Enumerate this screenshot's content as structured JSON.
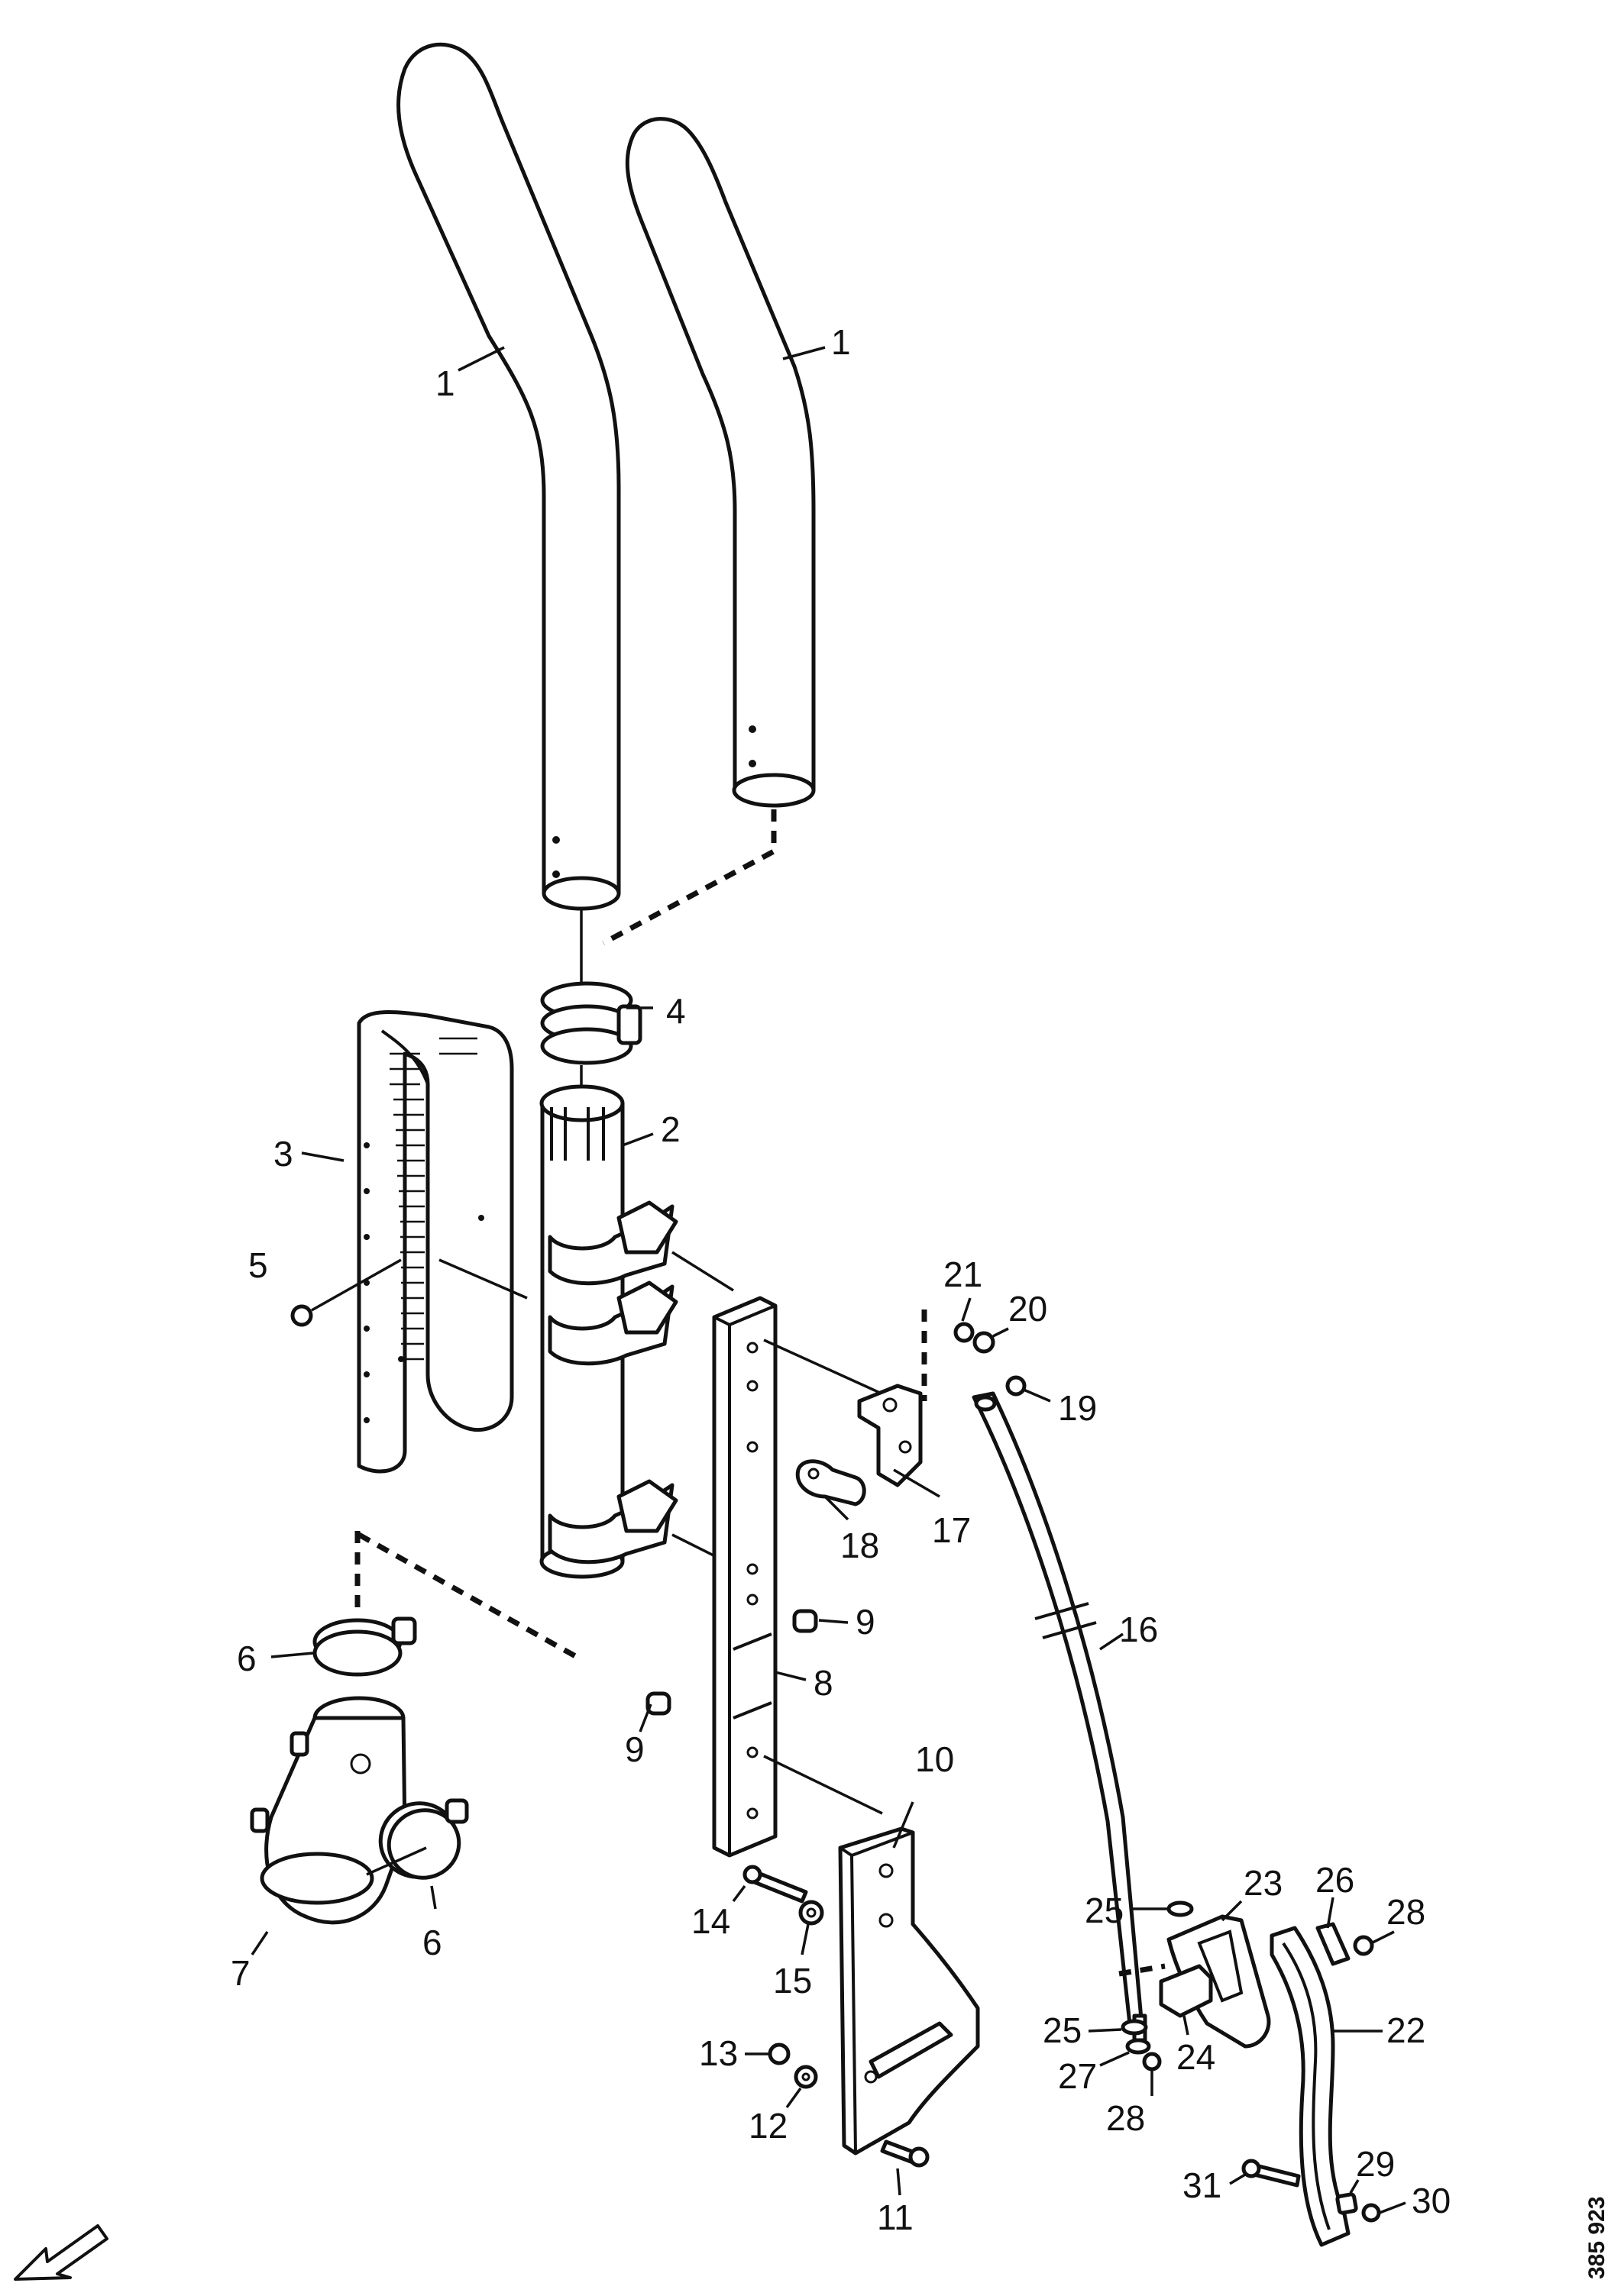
{
  "document_number": "385 923",
  "view_direction_icon": "arrow-down-left-icon",
  "callouts": {
    "c1a": "1",
    "c1b": "1",
    "c2": "2",
    "c3": "3",
    "c4": "4",
    "c5": "5",
    "c6a": "6",
    "c6b": "6",
    "c7": "7",
    "c8": "8",
    "c9a": "9",
    "c9b": "9",
    "c10": "10",
    "c11": "11",
    "c12": "12",
    "c13": "13",
    "c14": "14",
    "c15": "15",
    "c16": "16",
    "c17": "17",
    "c18": "18",
    "c19": "19",
    "c20": "20",
    "c21": "21",
    "c22": "22",
    "c23": "23",
    "c24": "24",
    "c25a": "25",
    "c25b": "25",
    "c26": "26",
    "c27": "27",
    "c28a": "28",
    "c28b": "28",
    "c29": "29",
    "c30": "30",
    "c31": "31"
  }
}
